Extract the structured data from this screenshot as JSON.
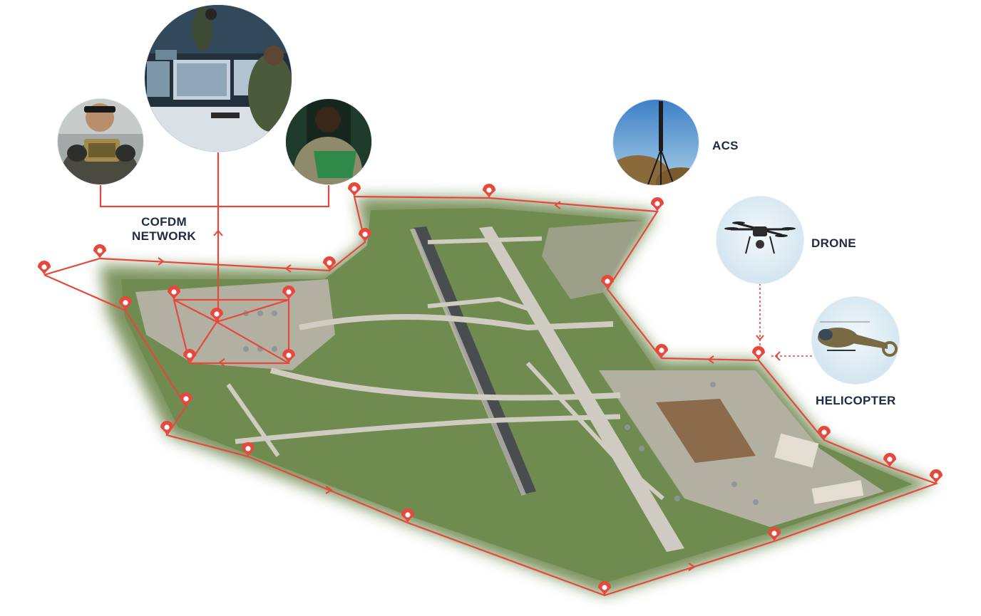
{
  "labels": {
    "network_line1": "COFDM",
    "network_line2": "NETWORK",
    "acs": "ACS",
    "drone": "DRONE",
    "helicopter": "HELICOPTER"
  },
  "colors": {
    "route": "#e5483c",
    "label_text": "#1f2a44",
    "grass": "#6f8a4e",
    "tarmac": "#b9b5aa",
    "runway": "#4a4d4f"
  },
  "icons": {
    "marker": "map-pin-icon",
    "direction": "chevron-arrow-icon"
  }
}
